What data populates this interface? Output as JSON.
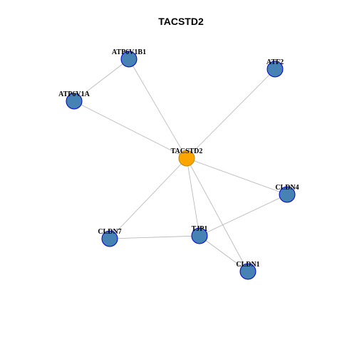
{
  "title": "TACSTD2",
  "colors": {
    "center_fill": "#ffa500",
    "center_stroke": "#b8860b",
    "node_fill": "#4682b4",
    "node_stroke": "#0000cd",
    "edge": "#b3b3b3"
  },
  "nodes": [
    {
      "id": "TACSTD2",
      "label": "TACSTD2",
      "center": true
    },
    {
      "id": "ATP6V1B1",
      "label": "ATP6V1B1"
    },
    {
      "id": "ATP6V1A",
      "label": "ATP6V1A"
    },
    {
      "id": "ATF2",
      "label": "ATF2"
    },
    {
      "id": "CLDN4",
      "label": "CLDN4"
    },
    {
      "id": "CLDN7",
      "label": "CLDN7"
    },
    {
      "id": "TJP1",
      "label": "TJP1"
    },
    {
      "id": "CLDN1",
      "label": "CLDN1"
    }
  ],
  "edges": [
    [
      "ATP6V1B1",
      "ATP6V1A"
    ],
    [
      "ATP6V1B1",
      "TACSTD2"
    ],
    [
      "ATP6V1A",
      "TACSTD2"
    ],
    [
      "ATF2",
      "TACSTD2"
    ],
    [
      "TACSTD2",
      "CLDN4"
    ],
    [
      "TACSTD2",
      "CLDN7"
    ],
    [
      "TACSTD2",
      "TJP1"
    ],
    [
      "TACSTD2",
      "CLDN1"
    ],
    [
      "CLDN7",
      "TJP1"
    ],
    [
      "TJP1",
      "CLDN4"
    ],
    [
      "TJP1",
      "CLDN1"
    ]
  ]
}
